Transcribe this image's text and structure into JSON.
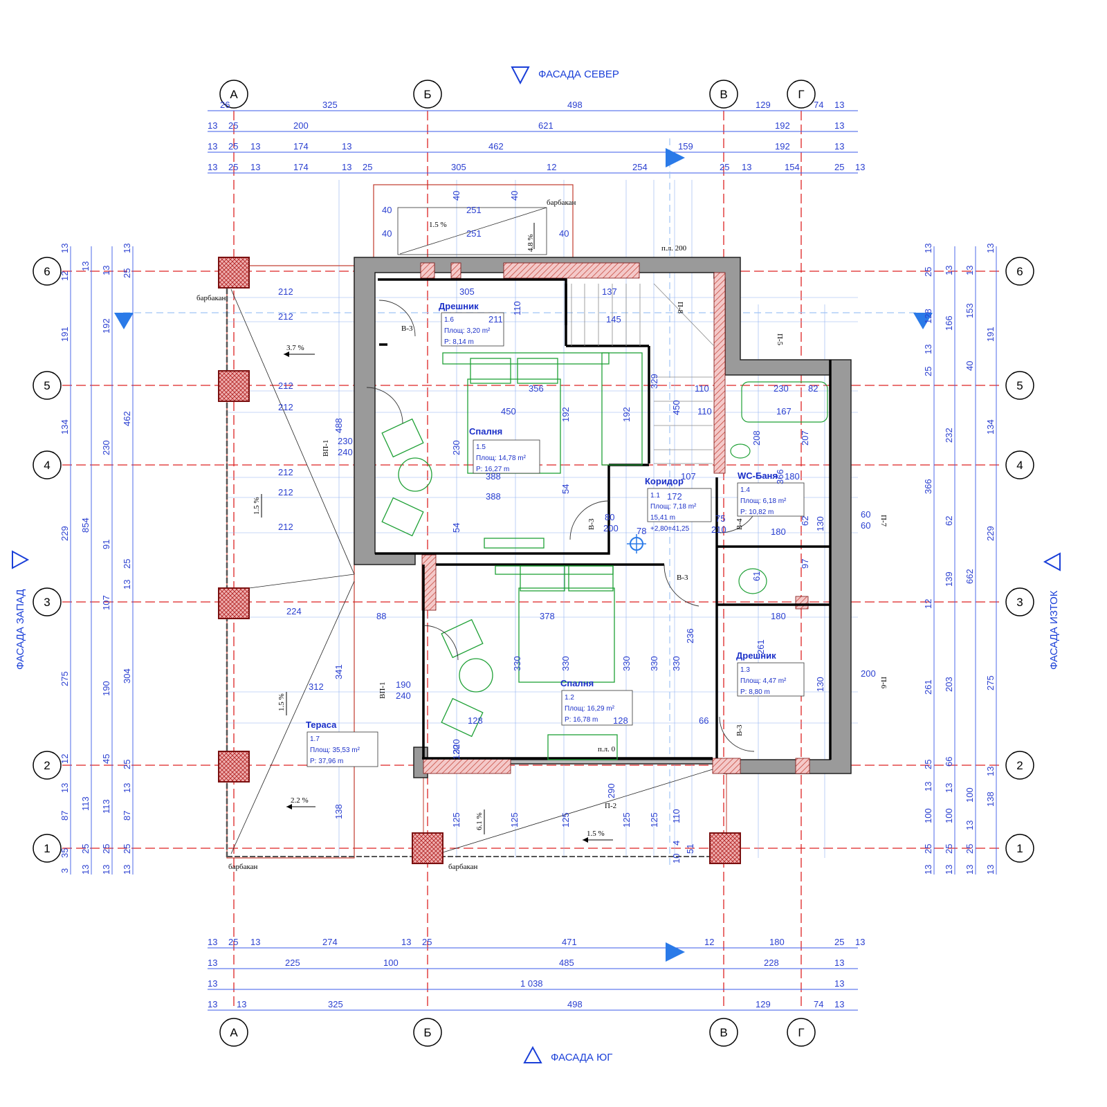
{
  "facades": {
    "north": "ФАСАДА СЕВЕР",
    "south": "ФАСАДА ЮГ",
    "west": "ФАСАДА ЗАПАД",
    "east": "ФАСАДА ИЗТОК"
  },
  "axes": {
    "columns": [
      "А",
      "Б",
      "В",
      "Г"
    ],
    "rows": [
      "6",
      "5",
      "4",
      "3",
      "2",
      "1"
    ]
  },
  "rooms": [
    {
      "name": "Дрешник",
      "number": "1.6",
      "area": "Площ: 3,20 m²",
      "perimeter": "P:      8,14 m"
    },
    {
      "name": "Спалня",
      "number": "1.5",
      "area": "Площ: 14,78 m²",
      "perimeter": "P:      16,27 m"
    },
    {
      "name": "Коридор",
      "number": "1.1",
      "area": "Площ: 7,18 m²",
      "perimeter": "15,41 m"
    },
    {
      "name": "WC-Баня",
      "number": "1.4",
      "area": "Площ: 6,18 m²",
      "perimeter": "P:    10,82 m"
    },
    {
      "name": "Дрешник",
      "number": "1.3",
      "area": "Площ: 4,47 m²",
      "perimeter": "P:      8,80 m"
    },
    {
      "name": "Спалня",
      "number": "1.2",
      "area": "Площ: 16,29 m²",
      "perimeter": "P:      16,78 m"
    },
    {
      "name": "Тераса",
      "number": "1.7",
      "area": "Площ: 35,53 m²",
      "perimeter": "P:     37,96 m"
    }
  ],
  "labels": {
    "barbakan": "барбакан",
    "level_mark": "+2,80=41,25",
    "floor_mark": "п.л. 0",
    "floor_mark_200": "п.л. 200"
  },
  "slopes": [
    "1.5 %",
    "4.8 %",
    "3.7 %",
    "1.5 %",
    "1.5 %",
    "2.2 %",
    "6.1 %",
    "1.5 %"
  ],
  "door_tags": [
    "В-3",
    "В-3",
    "В-3",
    "В-3",
    "В-4",
    "ВП-1",
    "ВП-1"
  ],
  "window_tags": [
    "П-5",
    "П-6",
    "П-7",
    "П-8",
    "П-2"
  ],
  "top_dims": {
    "row1": [
      "26",
      "325",
      "498",
      "129",
      "74",
      "13"
    ],
    "row2": [
      "13",
      "25",
      "200",
      "621",
      "192",
      "13"
    ],
    "row3": [
      "13",
      "25",
      "13",
      "174",
      "13",
      "462",
      "159",
      "192",
      "13"
    ],
    "row4": [
      "13",
      "25",
      "13",
      "174",
      "13",
      "25",
      "305",
      "12",
      "254",
      "25",
      "13",
      "154",
      "25",
      "13"
    ]
  },
  "bottom_dims": {
    "row1": [
      "13",
      "25",
      "13",
      "274",
      "13",
      "25",
      "471",
      "12",
      "180",
      "25",
      "13"
    ],
    "row2": [
      "13",
      "225",
      "100",
      "485",
      "228",
      "13"
    ],
    "row3": [
      "13",
      "1 038",
      "13"
    ],
    "row4": [
      "13",
      "13",
      "325",
      "498",
      "129",
      "74",
      "13"
    ]
  },
  "left_dims": {
    "col1": [
      "13",
      "12",
      "191",
      "134",
      "229",
      "275",
      "12",
      "13",
      "87",
      "35",
      "3"
    ],
    "col2": [
      "13",
      "854",
      "113",
      "25",
      "13"
    ],
    "col3": [
      "13",
      "192",
      "230",
      "91",
      "107",
      "190",
      "45",
      "113",
      "25",
      "13"
    ],
    "col4": [
      "13",
      "25",
      "462",
      "13",
      "25",
      "304",
      "25",
      "13",
      "87",
      "25",
      "13"
    ]
  },
  "right_dims": {
    "col1": [
      "25",
      "13",
      "128",
      "25",
      "13",
      "366",
      "12",
      "261",
      "25",
      "13",
      "100",
      "25",
      "13"
    ],
    "col2": [
      "13",
      "166",
      "232",
      "62",
      "139",
      "203",
      "66",
      "13",
      "100",
      "25",
      "13"
    ],
    "col3": [
      "13",
      "153",
      "40",
      "662",
      "13",
      "100",
      "25",
      "13"
    ],
    "col4": [
      "13",
      "191",
      "134",
      "229",
      "275",
      "13",
      "138",
      "13"
    ]
  },
  "inner_dims": {
    "terrace_widths": [
      "212",
      "212",
      "212",
      "212",
      "212",
      "212",
      "212",
      "224",
      "312"
    ],
    "misc": [
      "40",
      "251",
      "251",
      "40",
      "40",
      "40",
      "40",
      "305",
      "211",
      "137",
      "145",
      "110",
      "356",
      "450",
      "388",
      "388",
      "378",
      "180",
      "180",
      "180",
      "167",
      "230",
      "82",
      "110",
      "110",
      "172",
      "75",
      "210",
      "78",
      "80",
      "200",
      "62",
      "97",
      "236",
      "261",
      "330",
      "330",
      "330",
      "330",
      "330",
      "125",
      "125",
      "125",
      "125",
      "125",
      "138",
      "341",
      "488",
      "128",
      "128",
      "190",
      "240",
      "230",
      "240",
      "200",
      "60",
      "60",
      "130",
      "130",
      "207",
      "208",
      "366",
      "61",
      "54",
      "54",
      "192",
      "192",
      "230",
      "329",
      "450",
      "107",
      "88",
      "66",
      "120",
      "320",
      "290",
      "51",
      "110",
      "4",
      "10"
    ]
  }
}
